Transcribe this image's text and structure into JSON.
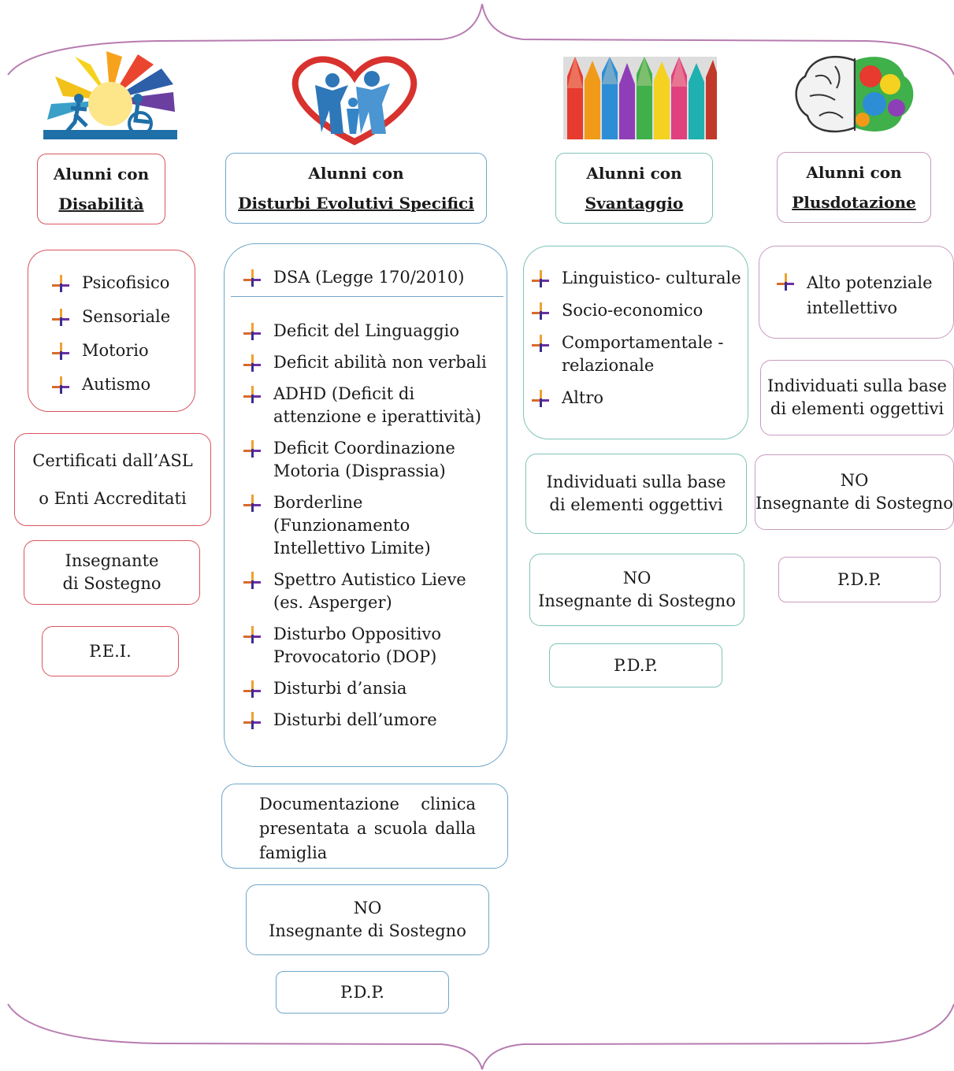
{
  "colors": {
    "red": "#d9555e",
    "teal": "#7fc4b8",
    "blue": "#6fa6c9",
    "plum": "#c99ac0"
  },
  "col1": {
    "icon": "disability-sun-icon",
    "head_line1": "Alunni con",
    "head_line2": "Disabilità",
    "items": [
      "Psicofisico",
      "Sensoriale",
      "Motorio",
      "Autismo"
    ],
    "cert_line1": "Certificati dall’ASL",
    "cert_line2": "o Enti Accreditati",
    "teacher": "Insegnante di Sostegno",
    "plan": "P.E.I."
  },
  "col2": {
    "icon": "family-heart-icon",
    "head_line1": "Alunni con",
    "head_line2": "Disturbi Evolutivi Specifici",
    "dsa": "DSA (Legge 170/2010)",
    "items": [
      "Deficit del Linguaggio",
      "Deficit abilità non verbali",
      "ADHD (Deficit di attenzione e iperattività)",
      "Deficit Coordinazione Motoria (Disprassia)",
      "Borderline (Funzionamento Intellettivo Limite)",
      "Spettro Autistico Lieve (es. Asperger)",
      "Disturbo Oppositivo Provocatorio (DOP)",
      "Disturbi d’ansia",
      "Disturbi dell’umore"
    ],
    "doc": "Documentazione clinica presentata a scuola dalla famiglia",
    "teacher_no": "NO",
    "teacher": "Insegnante di Sostegno",
    "plan": "P.D.P."
  },
  "col3": {
    "icon": "colored-pencils-icon",
    "head_line1": "Alunni con",
    "head_line2": "Svantaggio",
    "items": [
      "Linguistico- culturale",
      "Socio-economico",
      "Comportamentale - relazionale",
      "Altro"
    ],
    "ident": "Individuati sulla base di elementi oggettivi",
    "teacher_no": "NO",
    "teacher": "Insegnante di Sostegno",
    "plan": "P.D.P."
  },
  "col4": {
    "icon": "brain-icon",
    "head_line1": "Alunni con",
    "head_line2": "Plusdotazione",
    "items": [
      "Alto potenziale intellettivo"
    ],
    "ident": "Individuati sulla base di elementi oggettivi",
    "teacher_no": "NO",
    "teacher": "Insegnante di Sostegno",
    "plan": "P.D.P."
  }
}
